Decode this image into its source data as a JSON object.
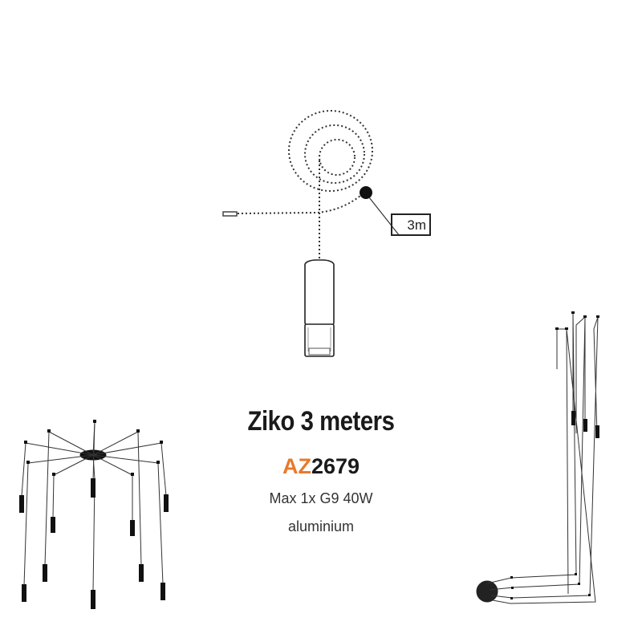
{
  "product": {
    "name": "Ziko 3 meters",
    "code_prefix": "AZ",
    "code_number": "2679",
    "spec_line1": "Max 1x G9 40W",
    "spec_line2": "aluminium",
    "cable_length_label": "3m",
    "accent_color": "#e87a2a"
  },
  "illustrations": {
    "top": "coiled-cable-pendant-lamp",
    "left": "multi-arm-pendant-chandelier",
    "right": "wall-mounted-multi-pendant"
  }
}
